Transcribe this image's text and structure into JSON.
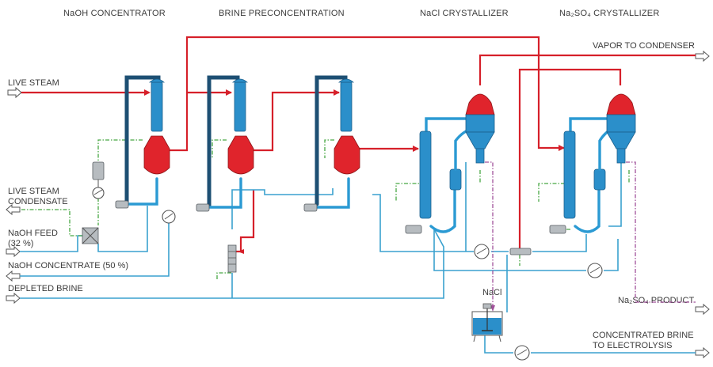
{
  "sections": {
    "naoh_concentrator": "NaOH CONCENTRATOR",
    "brine_preconcentration": "BRINE PRECONCENTRATION",
    "nacl_crystallizer": "NaCl CRYSTALLIZER",
    "na2so4_crystallizer": "Na₂SO₄ CRYSTALLIZER"
  },
  "streams": {
    "vapor_to_condenser": "VAPOR TO CONDENSER",
    "live_steam": "LIVE STEAM",
    "live_steam_condensate_1": "LIVE STEAM",
    "live_steam_condensate_2": "CONDENSATE",
    "naoh_feed_1": "NaOH FEED",
    "naoh_feed_2": "(32 %)",
    "naoh_concentrate": "NaOH CONCENTRATE (50 %)",
    "depleted_brine": "DEPLETED BRINE",
    "nacl": "NaCl",
    "na2so4_product": "Na₂SO₄ PRODUCT",
    "concentrated_brine_1": "CONCENTRATED BRINE",
    "concentrated_brine_2": "TO ELECTROLYSIS"
  },
  "colors": {
    "steam": "#d6202a",
    "brine": "#3aa1cf",
    "vessel": "#2b8fca",
    "condensate": "#48a844",
    "salt": "#a0509a"
  }
}
